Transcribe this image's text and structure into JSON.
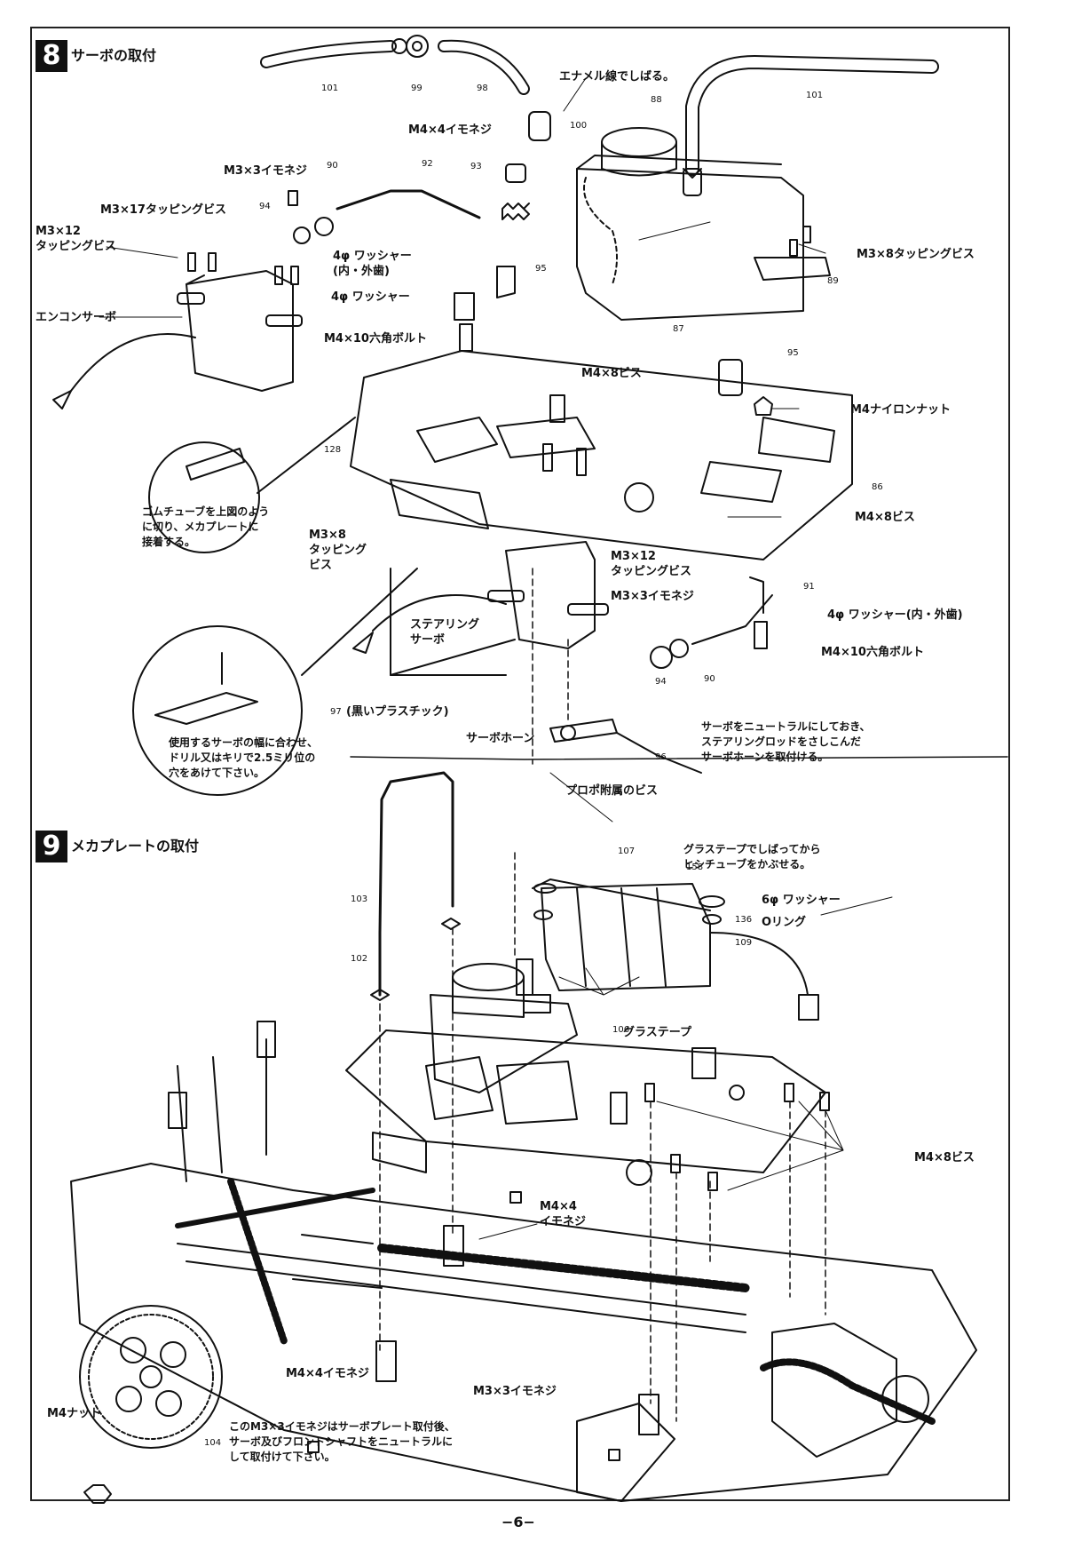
{
  "section8": {
    "number": "8",
    "title": "サーボの取付",
    "labels": {
      "enamel": "エナメル線でしばる。",
      "m4x4_imoneji": "M4×4イモネジ",
      "m3x3_imoneji_top": "M3×3イモネジ",
      "m3x17": "M3×17タッピングビス",
      "m3x12_top": "M3×12\nタッピングビス",
      "washer_4_inout_top": "4φ ワッシャー\n(内・外歯)",
      "washer_4": "4φ ワッシャー",
      "engine_servo": "エンコンサーボ",
      "m4x10_top": "M4×10六角ボルト",
      "m4x8_top": "M4×8ビス",
      "m3x8_top": "M3×8タッピングビス",
      "m4_nylon_nut": "M4ナイロンナット",
      "m4x8_mid": "M4×8ビス",
      "rubber_tube_note": "ゴムチューブを上図のよう\nに切り、メカプレートに\n接着する。",
      "m3x8_left": "M3×8\nタッピング\nビス",
      "m3x12_mid": "M3×12\nタッピングビス",
      "m3x3_imoneji_mid": "M3×3イモネジ",
      "washer_4_inout_right": "4φ ワッシャー(内・外歯)",
      "steering_servo": "ステアリング\nサーボ",
      "m4x10_right": "M4×10六角ボルト",
      "black_plastic": "(黒いプラスチック)",
      "servo_horn": "サーボホーン",
      "servo_neutral_note": "サーボをニュートラルにしておき、\nステアリングロッドをさしこんだ\nサーボホーンを取付ける。",
      "drill_note": "使用するサーボの幅に合わせ、\nドリル又はキリで2.5ミリ位の\n穴をあけて下さい。",
      "propo_screw": "プロポ附属のビス"
    },
    "part_numbers": [
      "101",
      "99",
      "98",
      "100",
      "88",
      "101",
      "93",
      "90",
      "92",
      "94",
      "95",
      "89",
      "87",
      "95",
      "128",
      "86",
      "91",
      "94",
      "90",
      "97",
      "96"
    ]
  },
  "section9": {
    "number": "9",
    "title": "メカプレートの取付",
    "labels": {
      "glass_tape_note": "グラステープでしばってから\nヒシチューブをかぶせる。",
      "washer_6": "6φ ワッシャー",
      "o_ring": "Oリング",
      "glass_tape": "グラステープ",
      "m4x8_right": "M4×8ビス",
      "m4x4_imoneji_mid": "M4×4\nイモネジ",
      "m4x4_imoneji_low": "M4×4イモネジ",
      "m3x3_imoneji_low": "M3×3イモネジ",
      "m4_nut": "M4ナット",
      "m3x3_note": "このM3×3イモネジはサーボプレート取付後、\nサーボ及びフロントシャフトをニュートラルに\nして取付けて下さい。"
    },
    "part_numbers": [
      "107",
      "158",
      "103",
      "102",
      "136",
      "109",
      "106",
      "104"
    ]
  },
  "footer": {
    "page_number": "−6−"
  }
}
